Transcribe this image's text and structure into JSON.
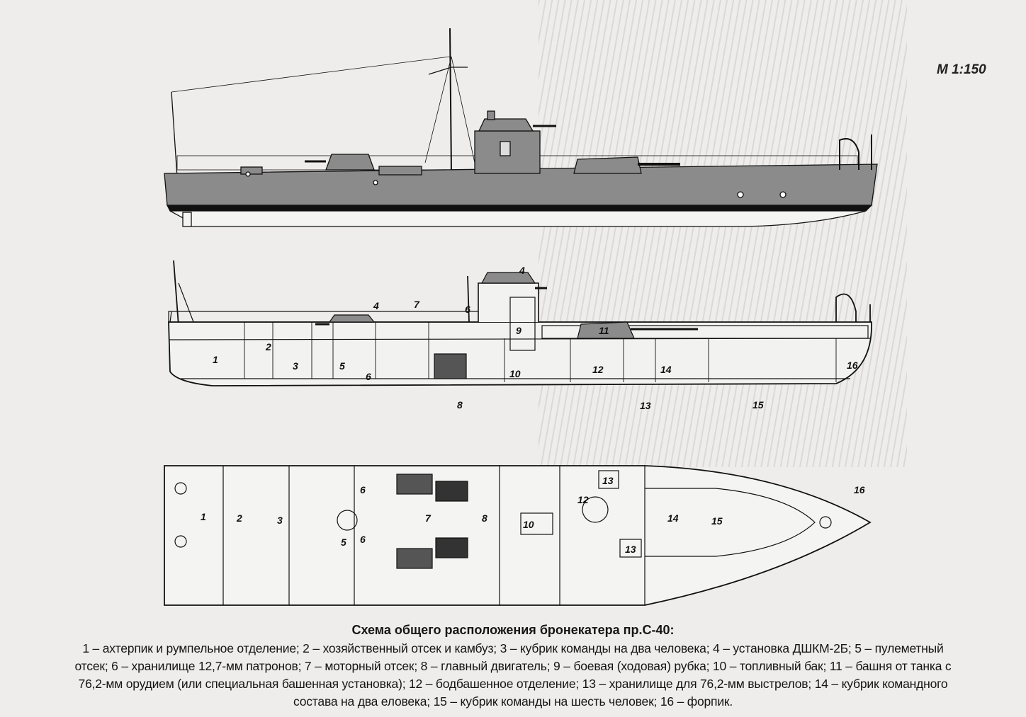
{
  "scale": "М 1:150",
  "cutaway_labels": {
    "l1": "1",
    "l2": "2",
    "l3": "3",
    "l4a": "4",
    "l4b": "4",
    "l5": "5",
    "l6a": "6",
    "l6b": "6",
    "l7": "7",
    "l8": "8",
    "l9": "9",
    "l10": "10",
    "l11": "11",
    "l12": "12",
    "l13": "13",
    "l14": "14",
    "l15": "15",
    "l16": "16"
  },
  "plan_labels": {
    "l1": "1",
    "l2": "2",
    "l3": "3",
    "l5": "5",
    "l6a": "6",
    "l6b": "6",
    "l7": "7",
    "l8": "8",
    "l10": "10",
    "l12": "12",
    "l13a": "13",
    "l13b": "13",
    "l14": "14",
    "l15": "15",
    "l16": "16"
  },
  "caption": {
    "title": "Схема общего расположения бронекатера пр.С-40:",
    "lines": [
      "1 – ахтерпик и румпельное отделение; 2 – хозяйственный отсек и камбуз; 3 – кубрик команды на два человека; 4 – установка ДШКМ-2Б; 5 – пулеметный",
      "отсек; 6 – хранилище 12,7-мм патронов; 7 – моторный отсек; 8 – главный двигатель; 9 – боевая (ходовая) рубка; 10 – топливный бак; 11 – башня от танка с",
      "76,2-мм орудием (или специальная башенная установка); 12 – бодбашенное отделение; 13 – хранилище для 76,2-мм выстрелов; 14 – кубрик командного",
      "состава на два еловека; 15 – кубрик команды на шесть человек; 16 – форпик."
    ]
  }
}
